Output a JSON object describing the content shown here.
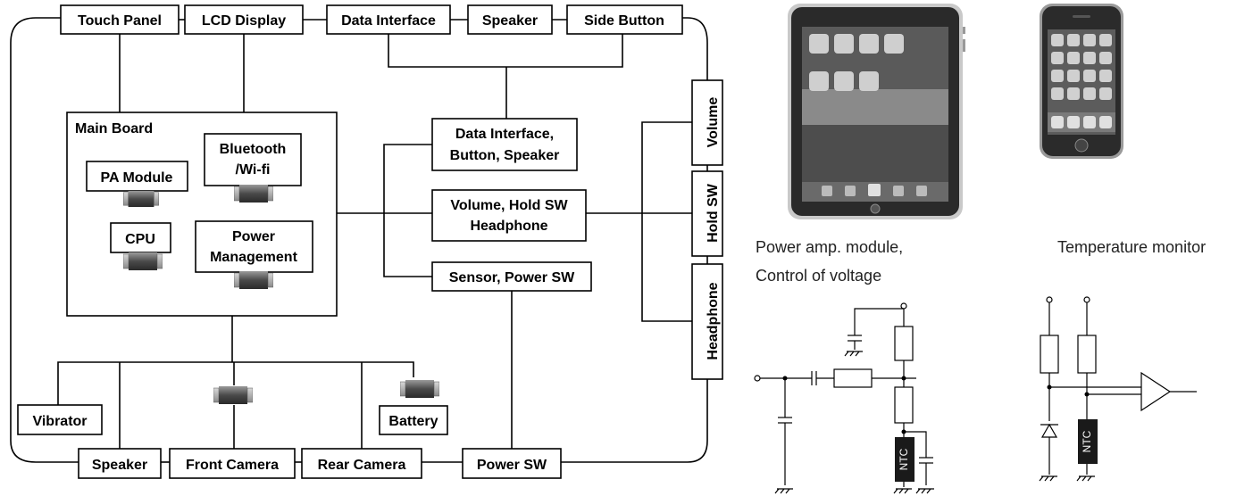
{
  "blocks": {
    "touch_panel": "Touch Panel",
    "lcd_display": "LCD Display",
    "data_interface_top": "Data Interface",
    "speaker_top": "Speaker",
    "side_button": "Side Button",
    "main_board": "Main Board",
    "pa_module": "PA Module",
    "bluetooth_line1": "Bluetooth",
    "bluetooth_line2": "/Wi-fi",
    "cpu": "CPU",
    "power_mgmt_line1": "Power",
    "power_mgmt_line2": "Management",
    "data_iface_btn_line1": "Data Interface,",
    "data_iface_btn_line2": "Button, Speaker",
    "volume_hold_line1": "Volume, Hold SW",
    "volume_hold_line2": "Headphone",
    "sensor_power": "Sensor, Power SW",
    "volume": "Volume",
    "hold_sw": "Hold SW",
    "headphone": "Headphone",
    "vibrator": "Vibrator",
    "battery": "Battery",
    "speaker_bottom": "Speaker",
    "front_camera": "Front Camera",
    "rear_camera": "Rear Camera",
    "power_sw": "Power SW"
  },
  "captions": {
    "power_amp_line1": "Power amp. module,",
    "power_amp_line2": "Control of voltage",
    "temperature": "Temperature monitor"
  },
  "ntc_label": "NTC"
}
